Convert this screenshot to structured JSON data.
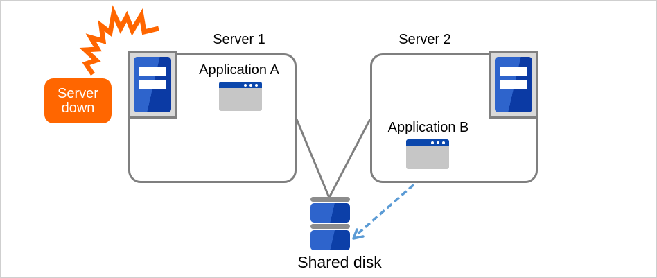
{
  "diagram": {
    "servers": [
      {
        "label": "Server 1",
        "app_label": "Application A"
      },
      {
        "label": "Server 2",
        "app_label": "Application B"
      }
    ],
    "shared_disk_label": "Shared disk",
    "alert": {
      "line1": "Server",
      "line2": "down"
    },
    "colors": {
      "alert_orange": "#FF6600",
      "icon_blue_light": "#2E64CC",
      "icon_blue_dark": "#0B3AA4",
      "window_titlebar_blue": "#0B47AC",
      "window_body_gray": "#C6C6C6",
      "arrow_blue": "#5B9BD5",
      "line_gray": "#7F7F7F",
      "disk_cap_gray": "#8C8C8C"
    }
  }
}
